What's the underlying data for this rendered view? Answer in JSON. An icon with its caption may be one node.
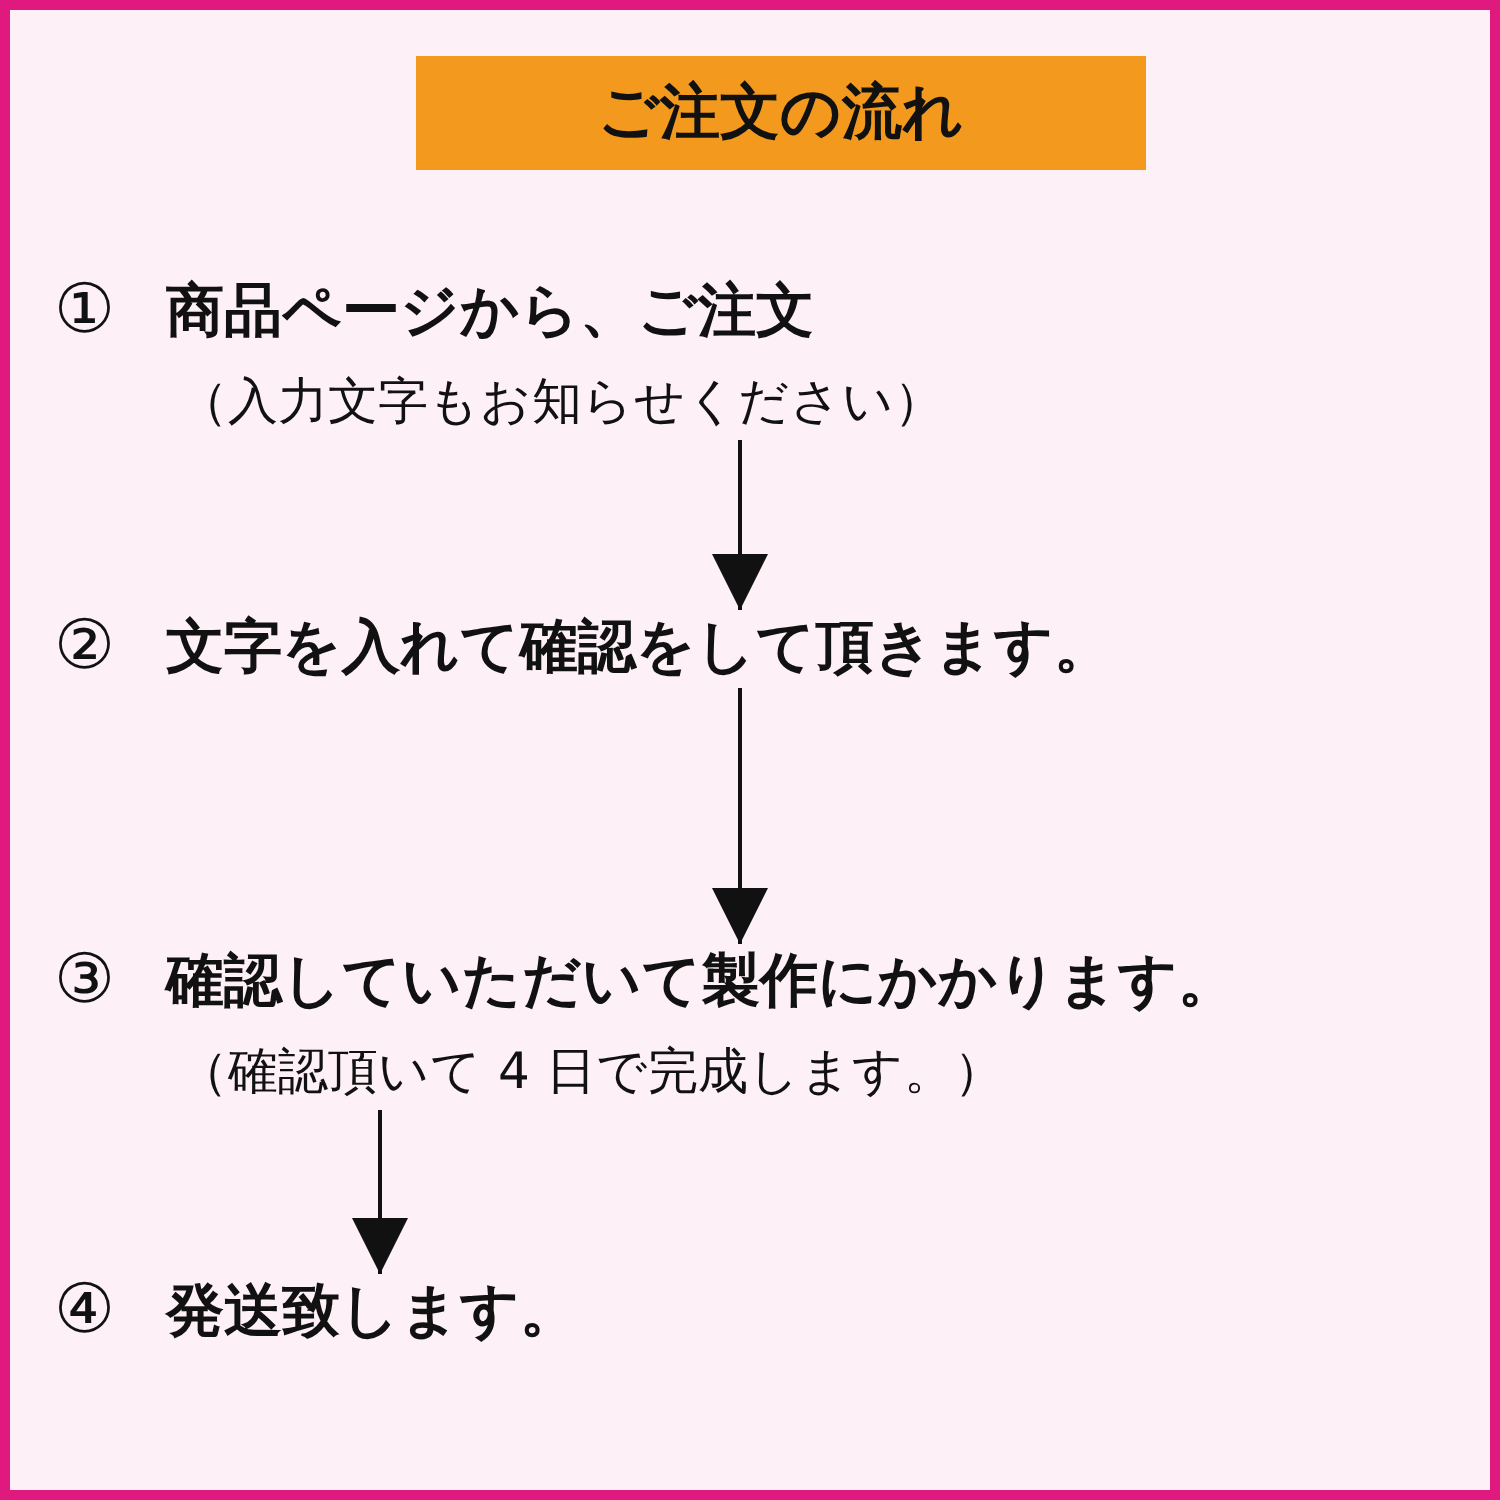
{
  "diagram": {
    "title": "ご注文の流れ",
    "nodes": [
      {
        "text": [
          "①",
          "商品ページから、ご注文",
          "（入力文字もお知らせください）"
        ]
      },
      {
        "text": [
          "②",
          "文字を入れて確認をして頂きます。"
        ]
      },
      {
        "text": [
          "③",
          "確認していただいて製作にかかります。",
          "（確認頂いて 4 日で完成します。）"
        ]
      },
      {
        "text": [
          "④",
          "発送致します。"
        ]
      }
    ],
    "edges": [
      {
        "from": 0,
        "to": 1,
        "arrow": "to"
      },
      {
        "from": 1,
        "to": 2,
        "arrow": "to"
      },
      {
        "from": 2,
        "to": 3,
        "arrow": "to"
      }
    ]
  }
}
